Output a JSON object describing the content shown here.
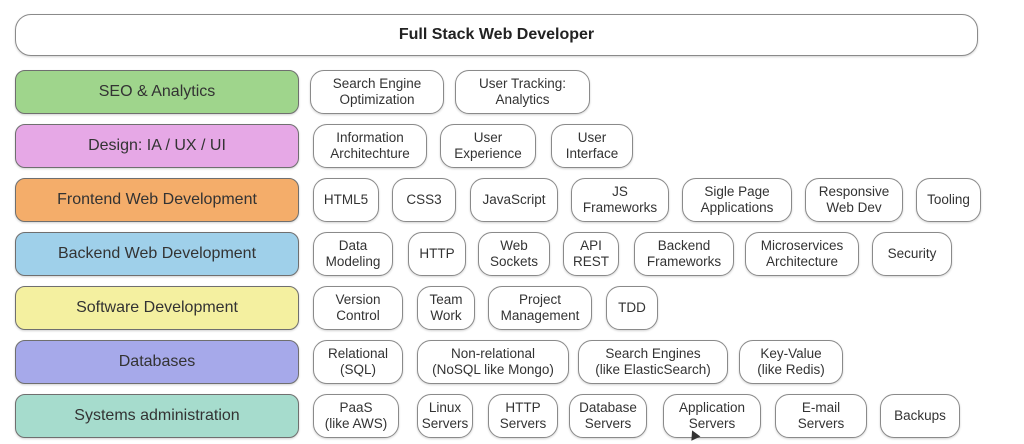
{
  "title": "Full Stack Web Developer",
  "rows": [
    {
      "category": "SEO & Analytics",
      "color": "#9fd58c",
      "items": [
        "Search Engine\nOptimization",
        "User Tracking:\nAnalytics"
      ]
    },
    {
      "category": "Design: IA / UX / UI",
      "color": "#e6a8e6",
      "items": [
        "Information\nArchitechture",
        "User\nExperience",
        "User\nInterface"
      ]
    },
    {
      "category": "Frontend Web Development",
      "color": "#f4ad6a",
      "items": [
        "HTML5",
        "CSS3",
        "JavaScript",
        "JS\nFrameworks",
        "Sigle Page\nApplications",
        "Responsive\nWeb Dev",
        "Tooling"
      ]
    },
    {
      "category": "Backend Web Development",
      "color": "#9fd0ea",
      "items": [
        "Data\nModeling",
        "HTTP",
        "Web\nSockets",
        "API\nREST",
        "Backend\nFrameworks",
        "Microservices\nArchitecture",
        "Security"
      ]
    },
    {
      "category": "Software Development",
      "color": "#f4f0a0",
      "items": [
        "Version\nControl",
        "Team\nWork",
        "Project\nManagement",
        "TDD"
      ]
    },
    {
      "category": "Databases",
      "color": "#a6a9ea",
      "items": [
        "Relational\n(SQL)",
        "Non-relational\n(NoSQL like Mongo)",
        "Search Engines\n(like ElasticSearch)",
        "Key-Value\n(like Redis)"
      ]
    },
    {
      "category": "Systems administration",
      "color": "#a6dccd",
      "items": [
        "PaaS\n(like AWS)",
        "Linux\nServers",
        "HTTP\nServers",
        "Database\nServers",
        "Application\nServers",
        "E-mail\nServers",
        "Backups"
      ]
    }
  ]
}
